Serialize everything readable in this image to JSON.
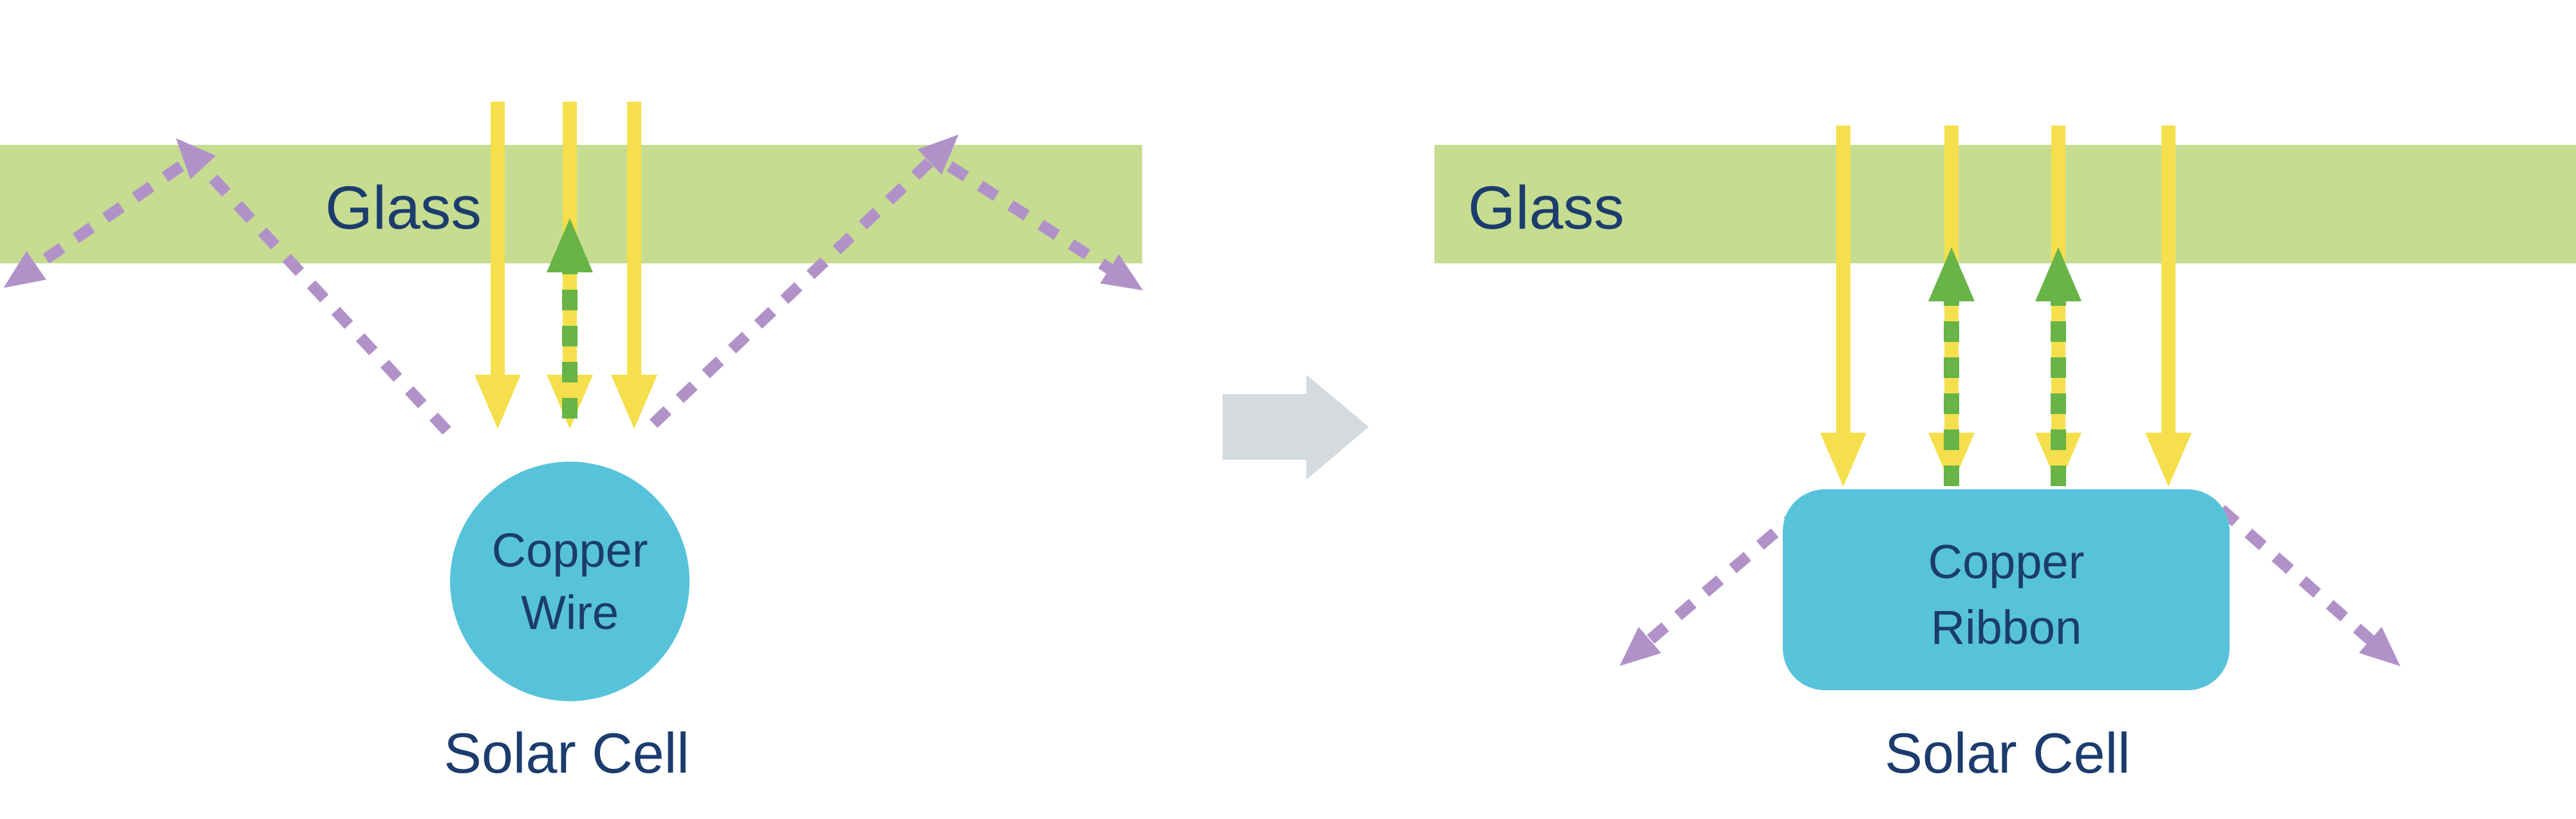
{
  "colors": {
    "background": "#ffffff",
    "glass": "#c6dc91",
    "sunlight_yellow": "#f6df4c",
    "absorbed_green": "#68b447",
    "reflected_purple": "#b192c8",
    "copper_blue": "#57c3da",
    "label_navy": "#1b3c6d",
    "transition_gray": "#d4dade"
  },
  "left_panel": {
    "glass_label": "Glass",
    "component_label": {
      "line1": "Copper",
      "line2": "Wire"
    },
    "base_label": "Solar Cell"
  },
  "right_panel": {
    "glass_label": "Glass",
    "component_label": {
      "line1": "Copper",
      "line2": "Ribbon"
    },
    "base_label": "Solar Cell"
  },
  "icons": {
    "transition": "right-block-arrow",
    "incident_light": "down-arrow-yellow",
    "absorbed_light": "up-dashed-arrow-green",
    "reflected_light": "dashed-arrow-purple"
  }
}
